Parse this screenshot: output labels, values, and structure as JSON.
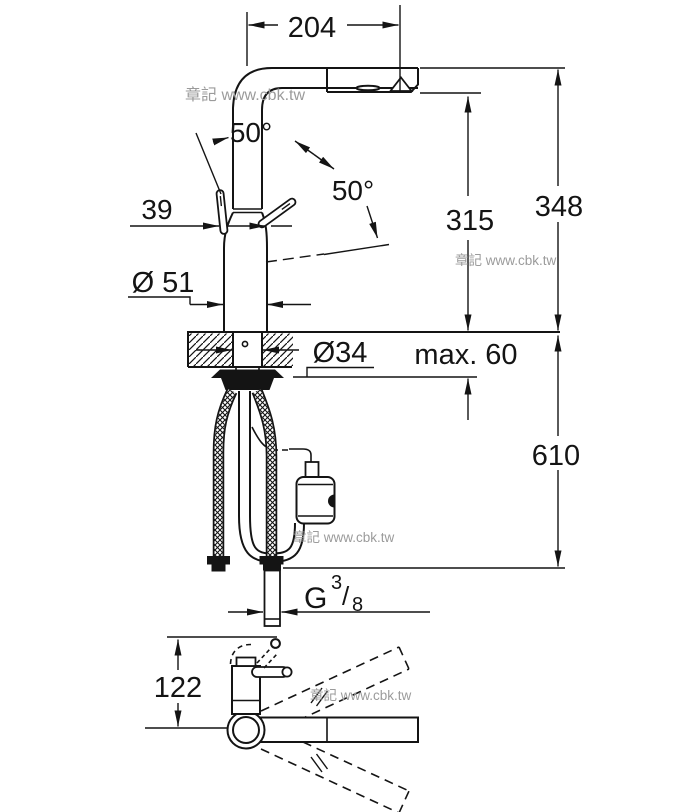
{
  "watermark": "章記 www.cbk.tw",
  "dims": {
    "spout_reach": "204",
    "spout_angle": "50°",
    "handle_angle": "50°",
    "handle_offset": "39",
    "body_diameter": "Ø 51",
    "spout_height": "315",
    "total_height": "348",
    "hole_diameter": "Ø34",
    "deck_thickness": "max. 60",
    "below_deck": "610",
    "thread_letter": "G",
    "thread_num": "3",
    "thread_slash": "/",
    "thread_den": "8",
    "swivel_height": "122"
  }
}
